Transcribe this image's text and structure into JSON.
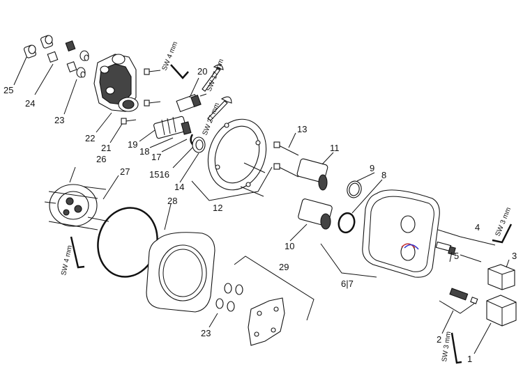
{
  "parts": {
    "p1": "1",
    "p2": "2",
    "p3": "3",
    "p4": "4",
    "p5": "5",
    "p67": "6|7",
    "p8": "8",
    "p9": "9",
    "p10": "10",
    "p11": "11",
    "p12": "12",
    "p13": "13",
    "p14": "14",
    "p1516": "1516",
    "p17": "17",
    "p18": "18",
    "p19": "19",
    "p20": "20",
    "p21": "21",
    "p22": "22",
    "p23a": "23",
    "p23b": "23",
    "p24": "24",
    "p25": "25",
    "p26": "26",
    "p27": "27",
    "p28": "28",
    "p29": "29"
  },
  "tools": {
    "sw4_top": "SW 4 mm",
    "sw17": "SW 17 mm",
    "sw27": "SW 27 mm",
    "sw4_left": "SW 4 mm",
    "sw3_right": "SW 3 mm",
    "sw3_bottom": "SW 3 mm"
  }
}
